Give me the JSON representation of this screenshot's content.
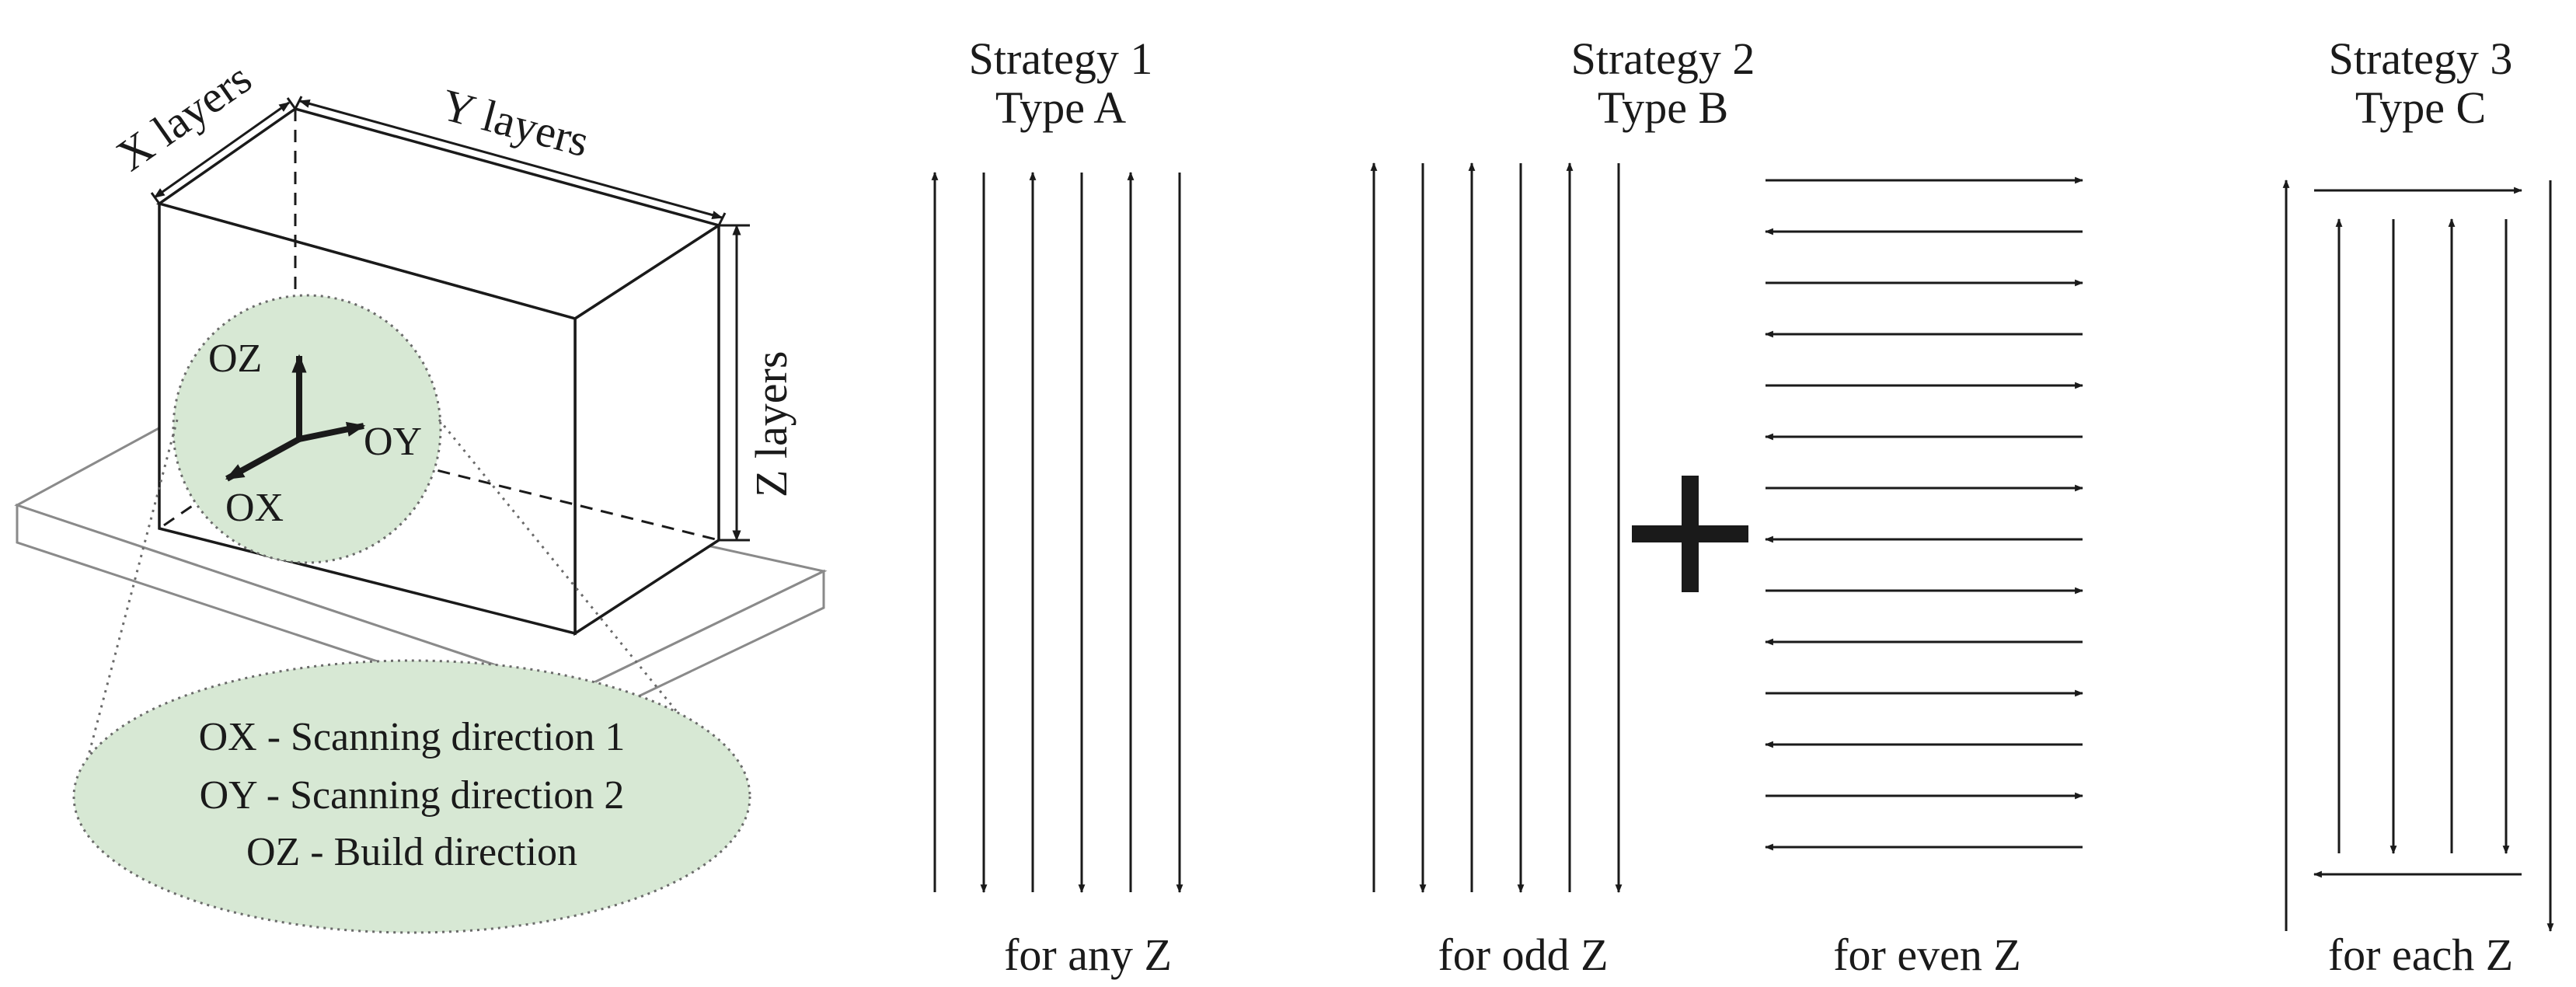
{
  "colors": {
    "ink": "#1a1a1a",
    "zone_fill": "#d7e8d4",
    "plate_stroke": "#8a8a8a",
    "zone_stroke": "#6a6a6a",
    "background": "#ffffff"
  },
  "part": {
    "x_layers": "X layers",
    "y_layers": "Y layers",
    "z_layers": "Z layers",
    "axis_oz": "OZ",
    "axis_oy": "OY",
    "axis_ox": "OX"
  },
  "legend": [
    "OX - Scanning direction 1",
    "OY - Scanning direction 2",
    "OZ - Build direction"
  ],
  "strategies": [
    {
      "title": "Strategy 1",
      "type": "Type A",
      "panels": [
        {
          "caption": "for any Z",
          "direction": "vertical",
          "arrows": [
            "up",
            "down",
            "up",
            "down",
            "up",
            "down"
          ]
        }
      ]
    },
    {
      "title": "Strategy 2",
      "type": "Type B",
      "operator": "plus",
      "panels": [
        {
          "caption": "for odd Z",
          "direction": "vertical",
          "arrows": [
            "up",
            "down",
            "up",
            "down",
            "up",
            "down"
          ]
        },
        {
          "caption": "for even Z",
          "direction": "horizontal",
          "arrows": [
            "right",
            "left",
            "right",
            "left",
            "right",
            "left",
            "right",
            "left",
            "right",
            "left",
            "right",
            "left",
            "right",
            "left"
          ]
        }
      ]
    },
    {
      "title": "Strategy 3",
      "type": "Type C",
      "panels": [
        {
          "caption": "for each Z",
          "direction": "contour",
          "arrows": [
            "up",
            "right",
            "down",
            "left",
            "up",
            "down",
            "up",
            "down"
          ]
        }
      ]
    }
  ]
}
